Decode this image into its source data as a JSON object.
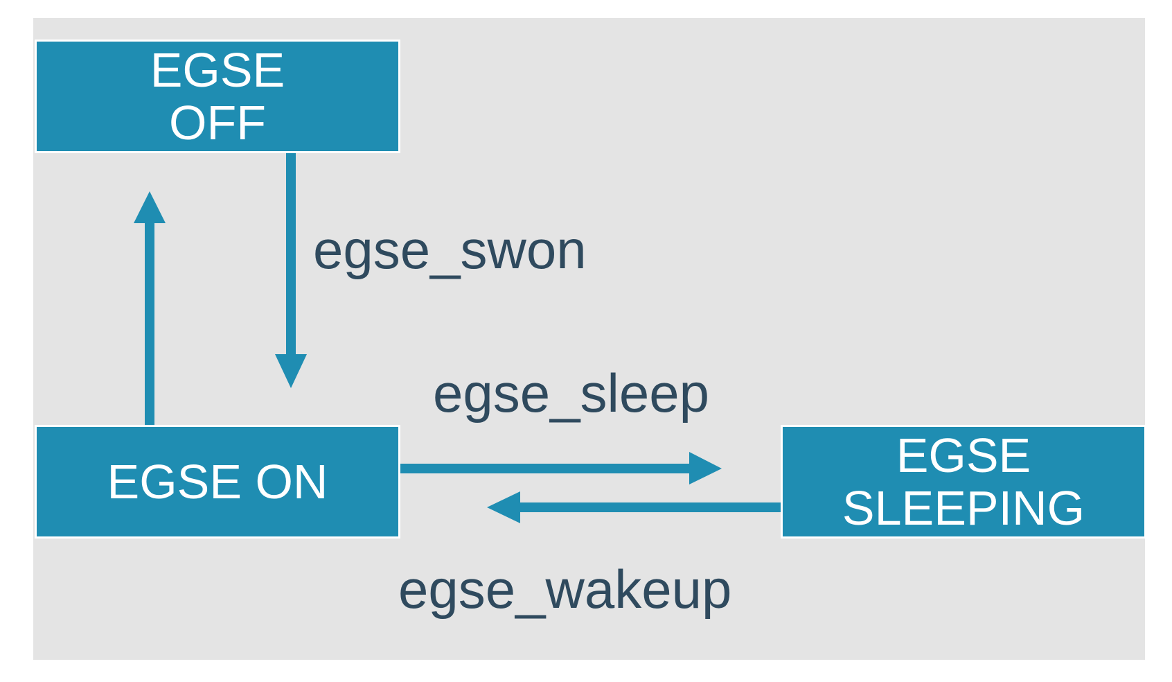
{
  "states": {
    "off": {
      "lines": [
        "EGSE",
        "OFF"
      ]
    },
    "on": {
      "lines": [
        "EGSE ON"
      ]
    },
    "sleeping": {
      "lines": [
        "EGSE",
        "SLEEPING"
      ]
    }
  },
  "transitions": {
    "swon": {
      "label": "egse_swon"
    },
    "sleep": {
      "label": "egse_sleep"
    },
    "wakeup": {
      "label": "egse_wakeup"
    }
  },
  "colors": {
    "state_fill": "#1f8db2",
    "arrow": "#1f8db2",
    "label_text": "#2f4a5e",
    "background": "#e4e4e4"
  }
}
